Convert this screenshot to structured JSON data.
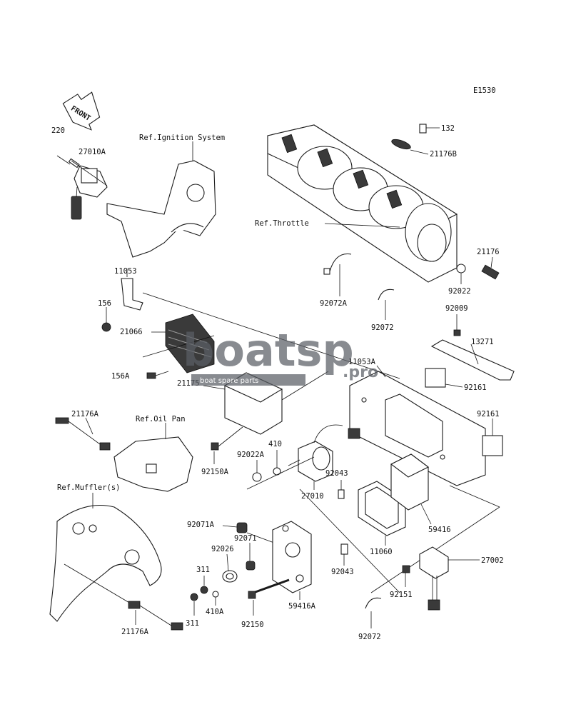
{
  "diagram_code": "E1530",
  "front_label": "FRONT",
  "refs": {
    "ignition": "Ref.Ignition System",
    "throttle": "Ref.Throttle",
    "oil_pan": "Ref.Oil Pan",
    "muffler": "Ref.Muffler(s)"
  },
  "parts": {
    "p220": "220",
    "p27010A": "27010A",
    "p132": "132",
    "p21176B": "21176B",
    "p21176": "21176",
    "p92022": "92022",
    "p11053": "11053",
    "p156": "156",
    "p21066": "21066",
    "p156A": "156A",
    "p21175": "21175",
    "p92072A": "92072A",
    "p92072_top": "92072",
    "p92009": "92009",
    "p13271": "13271",
    "p11053A": "11053A",
    "p92161_a": "92161",
    "p92161_b": "92161",
    "p21176A_top": "21176A",
    "p92150A": "92150A",
    "p92022A": "92022A",
    "p410": "410",
    "p92043_top": "92043",
    "p27010": "27010",
    "p59416": "59416",
    "p11060": "11060",
    "p92071A": "92071A",
    "p92071": "92071",
    "p92026": "92026",
    "p311_a": "311",
    "p311_b": "311",
    "p410A": "410A",
    "p92043_bot": "92043",
    "p59416A": "59416A",
    "p92150": "92150",
    "p92072_bot": "92072",
    "p27002": "27002",
    "p92151": "92151",
    "p21176A_bot": "21176A"
  },
  "watermark": {
    "main": "boatsp",
    "suffix": ".pro",
    "sub": "boat spare parts"
  },
  "colors": {
    "line": "#1a1a1a",
    "watermark": "#5b5f66"
  }
}
